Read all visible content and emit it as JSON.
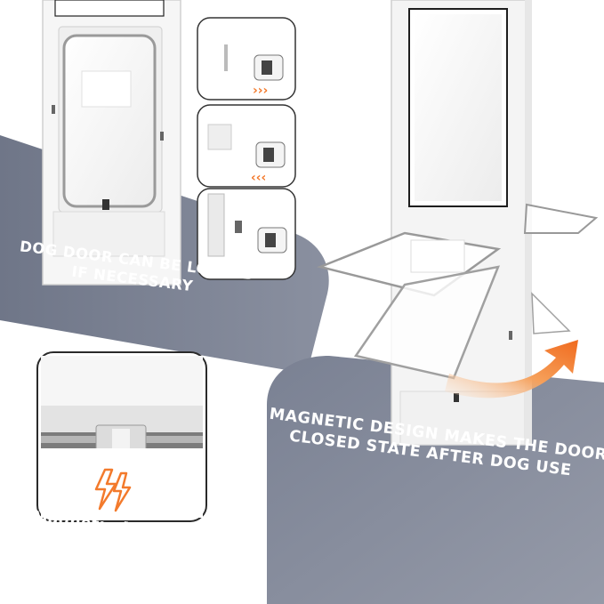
{
  "captions": {
    "lock": {
      "line1": "DOG DOOR CAN BE LOCKED",
      "line2": "IF NECESSARY"
    },
    "magnetic_design": {
      "line1": "MAGNETIC DESIGN MAKES THE DOOR",
      "line2": "CLOSED STATE AFTER DOG USE"
    },
    "magnetic_attraction": {
      "line1": "Magnetic Attraction",
      "line2": "Design"
    }
  },
  "icons": {
    "slide_right": "chevron-right-arrows-icon",
    "slide_left": "chevron-left-arrows-icon",
    "magnet_spark": "lightning-bolt-icon",
    "swing": "curved-arrow-icon"
  },
  "colors": {
    "slate_band": "#7d8394",
    "accent_orange": "#f37a2c",
    "panel_white": "#f4f4f4",
    "frame_gray": "#d7d7d7"
  }
}
